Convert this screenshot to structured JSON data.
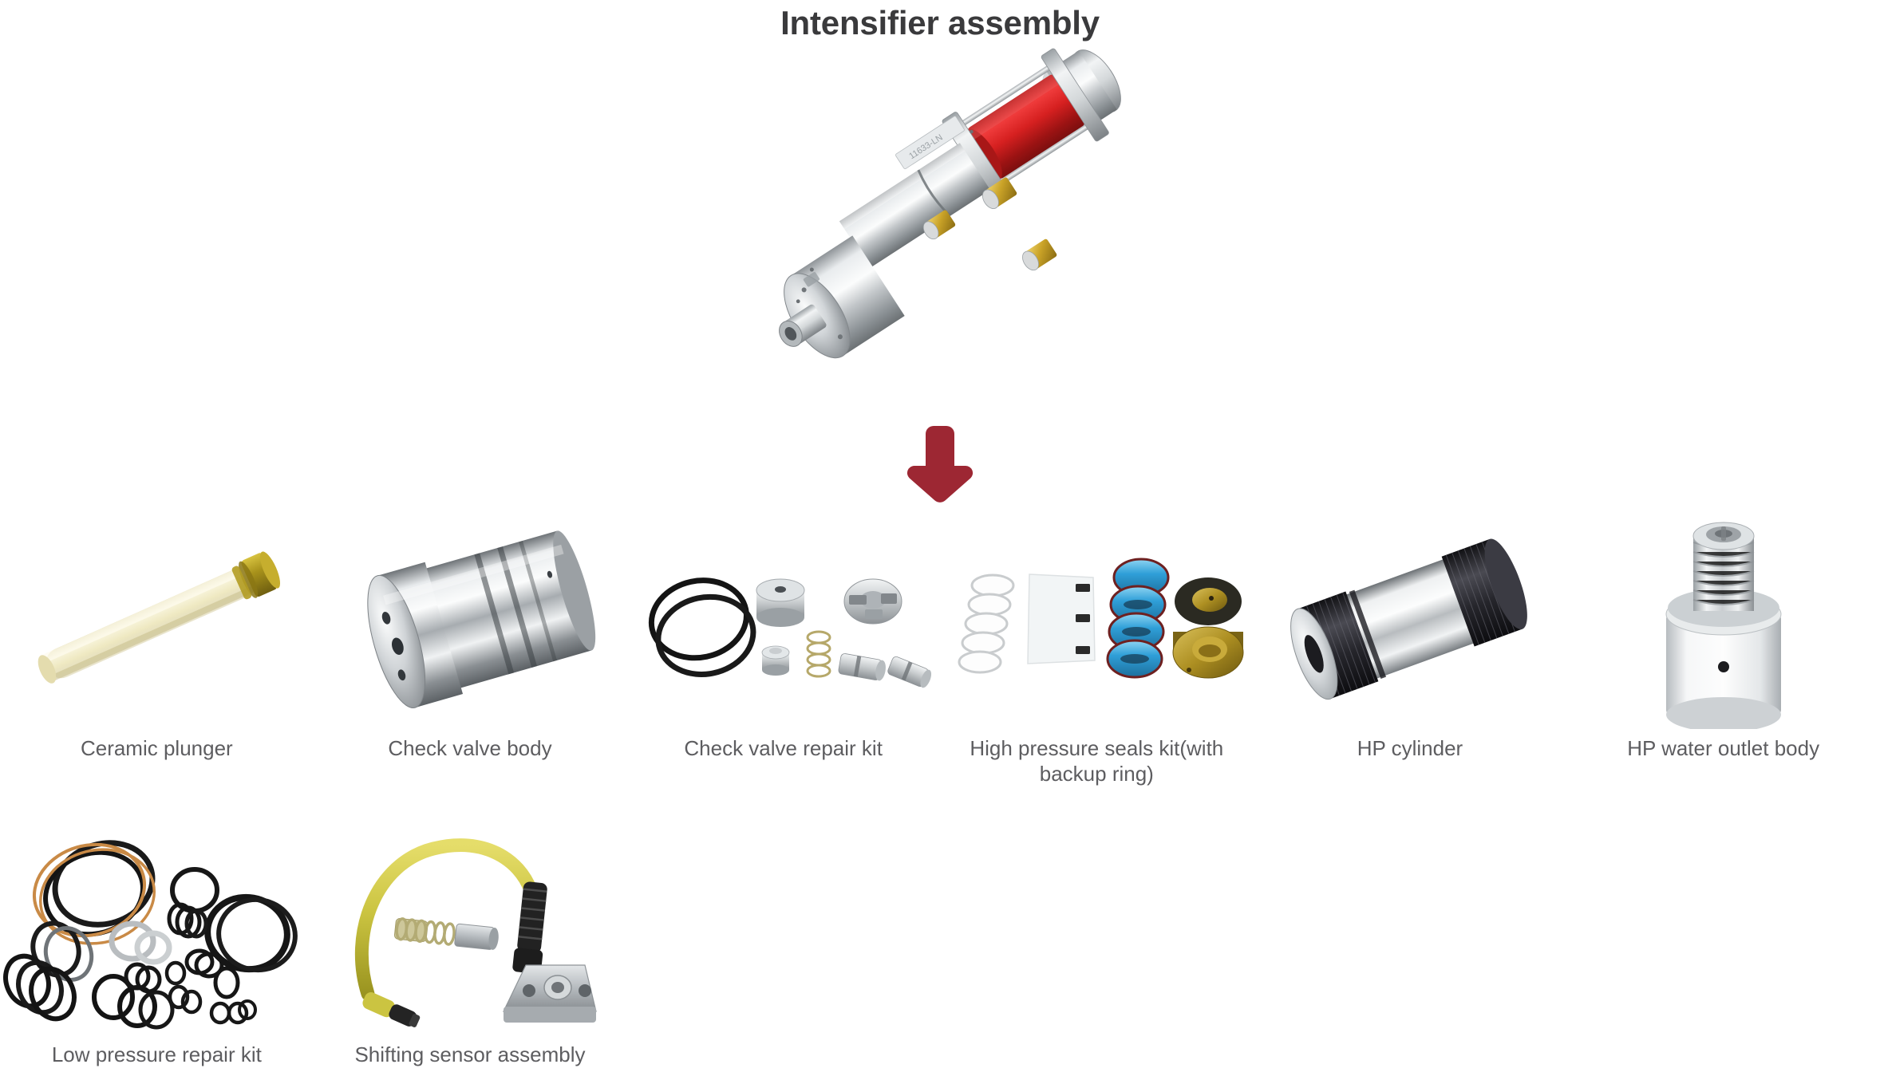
{
  "page": {
    "title": "Intensifier assembly",
    "background_color": "#ffffff",
    "title_color": "#3a3a3c",
    "caption_color": "#5d5d60",
    "arrow_color": "#9d2733"
  },
  "hero": {
    "name": "intensifier-assembly-photo",
    "alt": "Intensifier assembly",
    "colors": {
      "body_metal": "#c9ccce",
      "highlight_metal": "#f0f2f3",
      "dark_metal": "#6e7275",
      "red_cylinder": "#d21f1f",
      "red_cylinder_dark": "#8f1414",
      "brass_bolt": "#c9a227",
      "bolt_steel": "#d8dadb"
    }
  },
  "arrow": {
    "name": "down-arrow",
    "direction": "down",
    "color": "#9d2733"
  },
  "parts": [
    {
      "label": "Ceramic plunger",
      "name": "ceramic-plunger",
      "image": "ceramic-plunger-photo",
      "colors": {
        "primary": "#ece4b8",
        "secondary": "#f6f2d8",
        "accent": "#b8a02a",
        "shadow": "#cfc38a"
      }
    },
    {
      "label": "Check valve body",
      "name": "check-valve-body",
      "image": "check-valve-body-photo",
      "colors": {
        "primary": "#b9bdc0",
        "secondary": "#eef0f1",
        "accent": "#5e6367",
        "shadow": "#888d91"
      }
    },
    {
      "label": "Check valve repair kit",
      "name": "check-valve-repair-kit",
      "image": "check-valve-repair-kit-photo",
      "colors": {
        "primary": "#1a1a1a",
        "secondary": "#cfd3d6",
        "accent": "#9aa0a5",
        "shadow": "#7e848a"
      }
    },
    {
      "label": "High pressure seals kit(with backup ring)",
      "name": "high-pressure-seals-kit",
      "image": "high-pressure-seals-kit-photo",
      "colors": {
        "primary": "#3fa9e0",
        "secondary": "#eef2f3",
        "accent": "#b79222",
        "shadow": "#7a2020"
      }
    },
    {
      "label": "HP cylinder",
      "name": "hp-cylinder",
      "image": "hp-cylinder-photo",
      "colors": {
        "primary": "#cfd3d6",
        "secondary": "#f2f4f5",
        "accent": "#26262c",
        "shadow": "#8d9297"
      }
    },
    {
      "label": "HP water outlet body",
      "name": "hp-water-outlet-body",
      "image": "hp-water-outlet-body-photo",
      "colors": {
        "primary": "#dfe2e4",
        "secondary": "#f7f8f9",
        "accent": "#8f9499",
        "shadow": "#aeb3b7"
      }
    },
    {
      "label": "Low pressure repair kit",
      "name": "low-pressure-repair-kit",
      "image": "low-pressure-repair-kit-photo",
      "colors": {
        "primary": "#171717",
        "secondary": "#c98a46",
        "accent": "#9aa0a5",
        "shadow": "#444444"
      }
    },
    {
      "label": "Shifting sensor assembly",
      "name": "shifting-sensor-assembly",
      "image": "shifting-sensor-assembly-photo",
      "colors": {
        "primary": "#cfc845",
        "secondary": "#2a2a2a",
        "accent": "#a9aeb2",
        "shadow": "#8a8f93"
      }
    }
  ]
}
